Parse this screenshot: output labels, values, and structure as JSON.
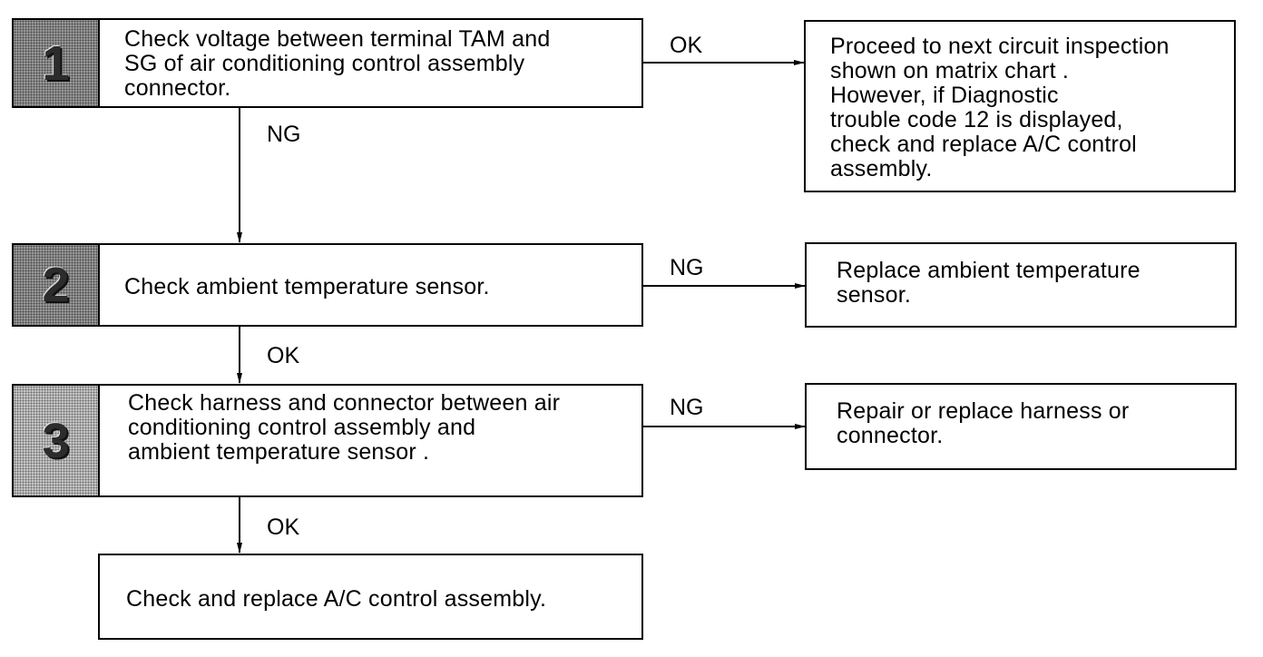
{
  "steps": [
    {
      "number": "1",
      "text": "Check voltage between terminal TAM and\nSG of air conditioning control assembly\nconnector."
    },
    {
      "number": "2",
      "text": "Check ambient temperature sensor."
    },
    {
      "number": "3",
      "text": "Check harness and connector between air\nconditioning control assembly and\nambient temperature sensor ."
    }
  ],
  "outcomes": {
    "step1_ok": "Proceed to next circuit inspection\nshown on matrix chart .\nHowever, if Diagnostic\ntrouble code 12 is displayed,\ncheck and replace A/C control\nassembly.",
    "step2_ng": "Replace ambient temperature\nsensor.",
    "step3_ng": "Repair or replace harness or\nconnector.",
    "final": "Check and replace A/C control assembly."
  },
  "labels": {
    "step1_right": "OK",
    "step1_down": "NG",
    "step2_right": "NG",
    "step2_down": "OK",
    "step3_right": "NG",
    "step3_down": "OK"
  }
}
